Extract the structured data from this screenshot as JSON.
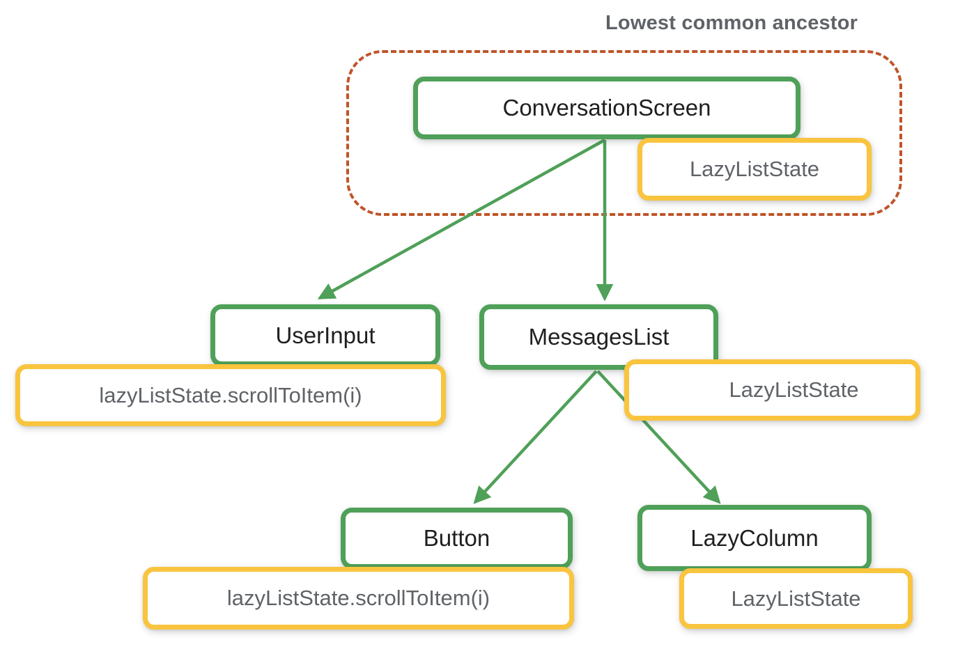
{
  "diagram": {
    "annotation": {
      "label": "Lowest common ancestor"
    },
    "colors": {
      "node_border_green": "#4fa058",
      "state_border_yellow": "#f9c43e",
      "ancestor_outline_orange": "#bf5429",
      "muted_text_gray": "#5f6368",
      "node_text_black": "#1f1f1f",
      "arrow_green": "#4fa058"
    },
    "nodes": [
      {
        "id": "conversation-screen",
        "label": "ConversationScreen"
      },
      {
        "id": "user-input",
        "label": "UserInput"
      },
      {
        "id": "messages-list",
        "label": "MessagesList"
      },
      {
        "id": "button",
        "label": "Button"
      },
      {
        "id": "lazy-column",
        "label": "LazyColumn"
      }
    ],
    "states": [
      {
        "id": "conversation-screen-state",
        "label": "LazyListState"
      },
      {
        "id": "user-input-call",
        "label": "lazyListState.scrollToItem(i)"
      },
      {
        "id": "messages-list-state",
        "label": "LazyListState"
      },
      {
        "id": "button-call",
        "label": "lazyListState.scrollToItem(i)"
      },
      {
        "id": "lazy-column-state",
        "label": "LazyListState"
      }
    ],
    "edges": [
      {
        "from": "ConversationScreen",
        "to": "UserInput"
      },
      {
        "from": "ConversationScreen",
        "to": "MessagesList"
      },
      {
        "from": "MessagesList",
        "to": "Button"
      },
      {
        "from": "MessagesList",
        "to": "LazyColumn"
      }
    ]
  }
}
